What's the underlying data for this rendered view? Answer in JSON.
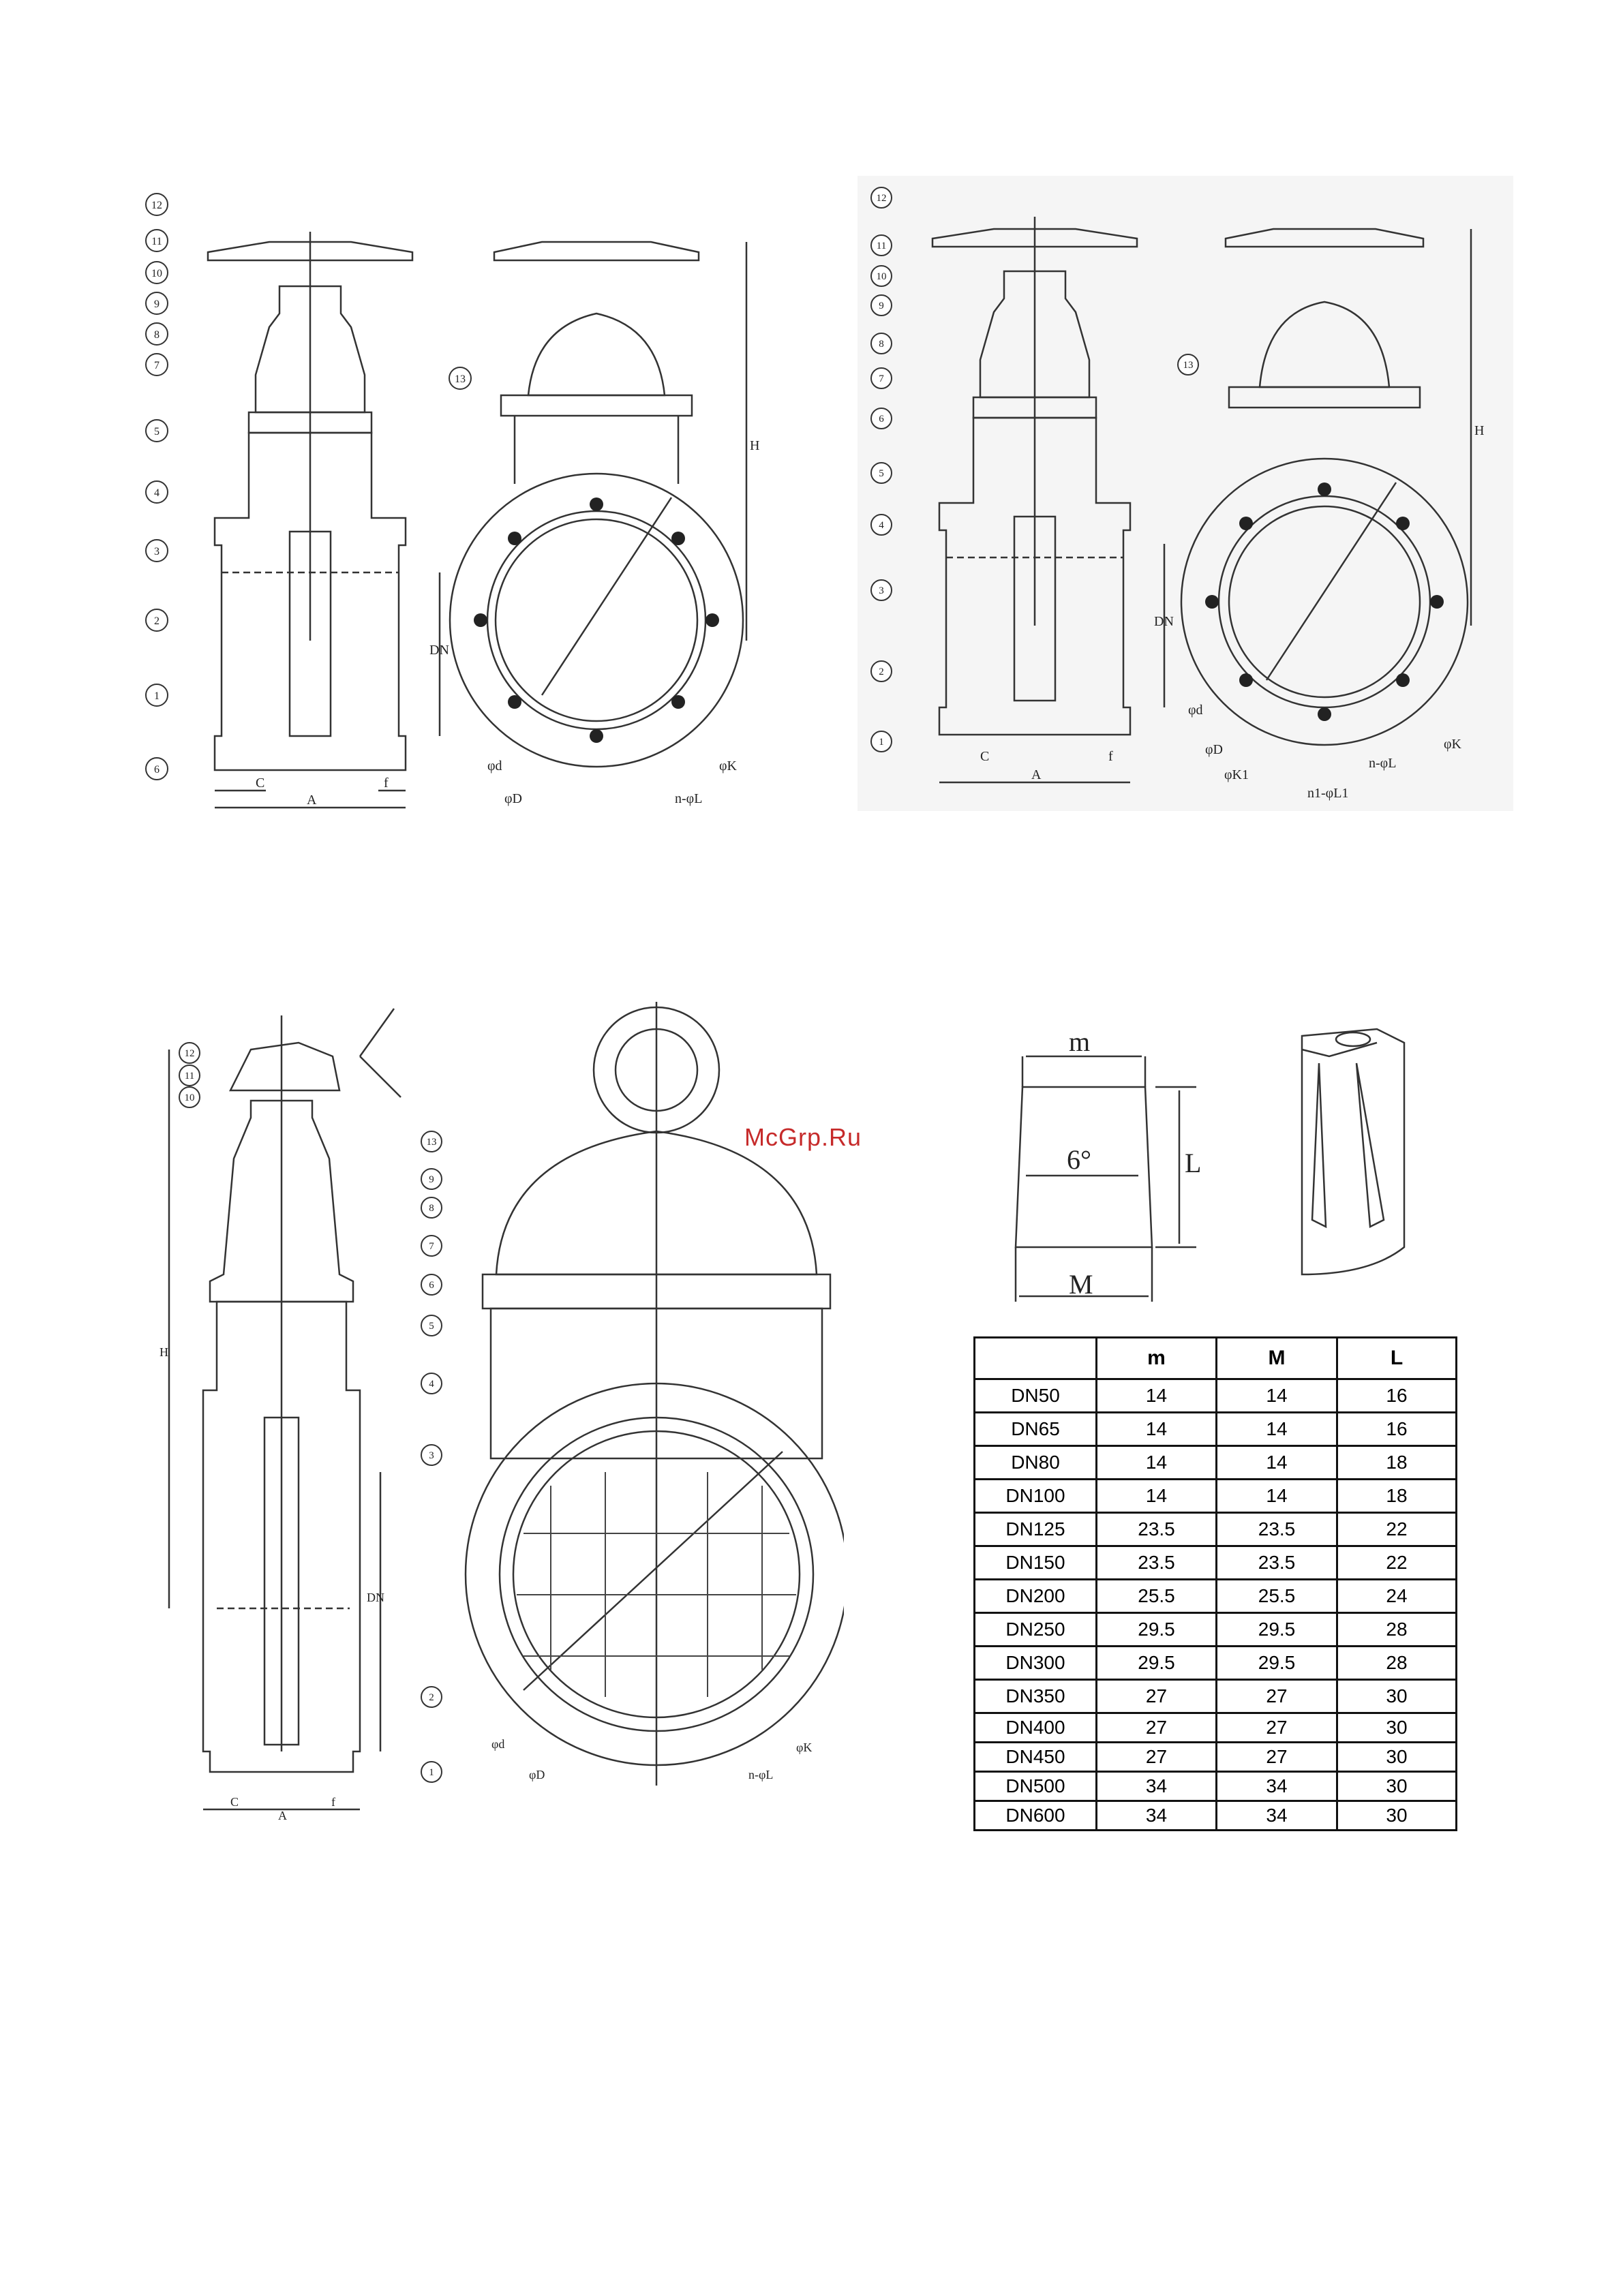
{
  "figures": {
    "top_left": {
      "callouts": [
        "1",
        "2",
        "3",
        "4",
        "5",
        "6",
        "7",
        "8",
        "9",
        "10",
        "11",
        "12",
        "13"
      ],
      "dims": {
        "C": "C",
        "A": "A",
        "f": "f",
        "DN": "DN",
        "H": "H",
        "phid": "φd",
        "phiD": "φD",
        "phiK": "φK",
        "nphiL": "n-φL"
      }
    },
    "top_right": {
      "callouts": [
        "1",
        "2",
        "3",
        "4",
        "5",
        "6",
        "7",
        "8",
        "9",
        "10",
        "11",
        "12",
        "13"
      ],
      "dims": {
        "C": "C",
        "A": "A",
        "f": "f",
        "DN": "DN",
        "H": "H",
        "phid": "φd",
        "phiD": "φD",
        "phiK": "φK",
        "nphiL": "n-φL",
        "phiK1": "φK1",
        "n1phiL1": "n1-φL1"
      }
    },
    "bottom_left": {
      "callouts": [
        "1",
        "2",
        "3",
        "4",
        "5",
        "6",
        "7",
        "8",
        "9",
        "10",
        "11",
        "12",
        "13"
      ],
      "dims": {
        "C": "C",
        "A": "A",
        "f": "f",
        "DN": "DN",
        "H": "H",
        "phid": "φd",
        "phiD": "φD",
        "phiK": "φK",
        "nphiL": "n-φL"
      }
    },
    "wedge": {
      "m": "m",
      "M": "M",
      "L": "L",
      "angle": "6°"
    }
  },
  "watermark": "McGrp.Ru",
  "table": {
    "headers": [
      "",
      "m",
      "M",
      "L"
    ],
    "rows": [
      [
        "DN50",
        "14",
        "14",
        "16"
      ],
      [
        "DN65",
        "14",
        "14",
        "16"
      ],
      [
        "DN80",
        "14",
        "14",
        "18"
      ],
      [
        "DN100",
        "14",
        "14",
        "18"
      ],
      [
        "DN125",
        "23.5",
        "23.5",
        "22"
      ],
      [
        "DN150",
        "23.5",
        "23.5",
        "22"
      ],
      [
        "DN200",
        "25.5",
        "25.5",
        "24"
      ],
      [
        "DN250",
        "29.5",
        "29.5",
        "28"
      ],
      [
        "DN300",
        "29.5",
        "29.5",
        "28"
      ],
      [
        "DN350",
        "27",
        "27",
        "30"
      ],
      [
        "DN400",
        "27",
        "27",
        "30"
      ],
      [
        "DN450",
        "27",
        "27",
        "30"
      ],
      [
        "DN500",
        "34",
        "34",
        "30"
      ],
      [
        "DN600",
        "34",
        "34",
        "30"
      ]
    ]
  }
}
